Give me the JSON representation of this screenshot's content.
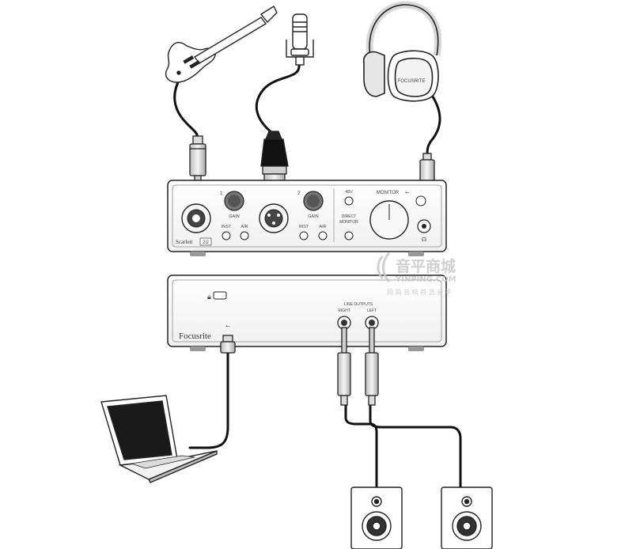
{
  "interface_front": {
    "model": "Scarlett",
    "model_suffix": "2i2",
    "ch1_number": "1",
    "ch2_number": "2",
    "gain_label": "GAIN",
    "inst_label": "INST",
    "air_label": "AIR",
    "phantom_label": "48V",
    "direct_monitor_line1": "DIRECT",
    "direct_monitor_line2": "MONITOR",
    "monitor_label": "MONITOR"
  },
  "interface_rear": {
    "brand": "Focusrite",
    "line_outputs_label": "LINE OUTPUTS",
    "right_label": "RIGHT",
    "left_label": "LEFT"
  },
  "headphones_brand": "FOCUSRITE",
  "watermark": {
    "line1": "音平商城",
    "line2": "YINPING.COM",
    "line3": "网 购 音 响 首 选 音 平"
  }
}
